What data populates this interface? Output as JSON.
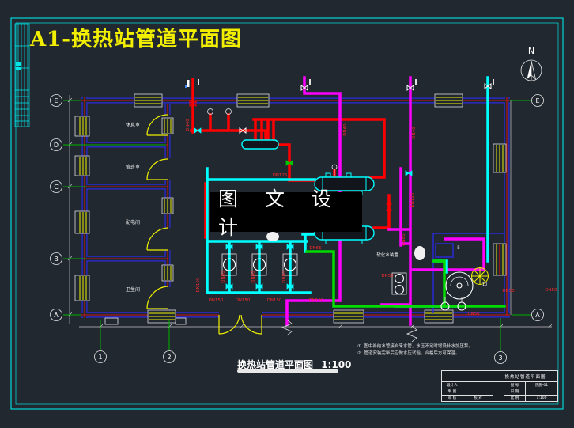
{
  "sheet": {
    "title": "A1-换热站管道平面图",
    "watermark": "图 文 设 计",
    "caption": "换热站管道平面图",
    "scale": "1:100",
    "north": "N",
    "notes": [
      "①. 图中补给水管接自来水管，水压不足时增设补水加压泵。",
      "②. 管道安装完毕后应做水压试验，合格后方可保温。"
    ]
  },
  "grid": {
    "left": [
      "E",
      "D",
      "C",
      "B",
      "A"
    ],
    "right_top": "E",
    "right_bottom": "A",
    "bottom": [
      "1",
      "2",
      "3"
    ]
  },
  "rooms": [
    "休息室",
    "值班室",
    "配电间",
    "卫生间"
  ],
  "equipment": {
    "softener": "软化水装置",
    "tag5": "5",
    "tag10": "10"
  },
  "pipe_labels": {
    "l1": "DN40",
    "l2": "DN40",
    "l3": "DN40",
    "l4": "DN100",
    "l5": "DN125",
    "l6": "DN125",
    "l7": "DN150",
    "l8": "DN150",
    "l9": "DN150",
    "l10": "DN150",
    "l11": "DN80",
    "l12": "DN80",
    "l13": "DN80",
    "l14": "DN65",
    "l15": "DN50",
    "l16": "DN50",
    "l17": "DN50",
    "l18": "DN50",
    "l19": "DN80"
  },
  "titleblock": {
    "title": "换热站管道平面图",
    "rows": [
      {
        "label": "设计人",
        "value": ""
      },
      {
        "label": "制 图",
        "value": ""
      },
      {
        "label": "审 核",
        "value": "校 对"
      }
    ],
    "fields": [
      {
        "label": "图 号",
        "value": "热施-01"
      },
      {
        "label": "日 期",
        "value": ""
      },
      {
        "label": "比 例",
        "value": "1:100"
      }
    ]
  }
}
